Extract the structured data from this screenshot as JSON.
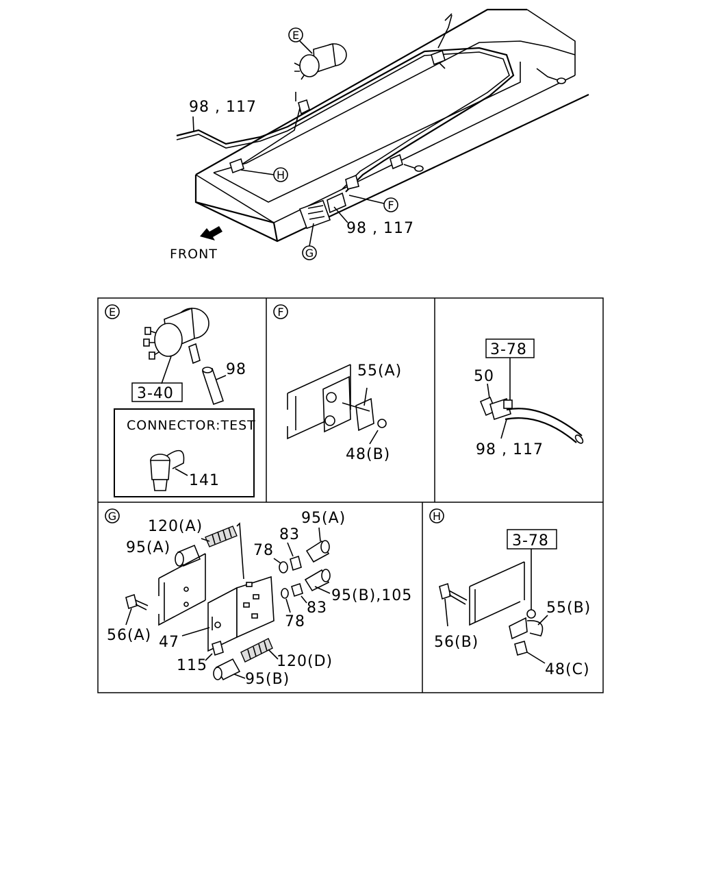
{
  "overview": {
    "callouts": [
      "E",
      "F",
      "G",
      "H"
    ],
    "labels": {
      "hose_top": "98 , 117",
      "hose_bottom": "98 , 117",
      "front": "FRONT"
    }
  },
  "panels": {
    "E": {
      "letter": "E",
      "ref_box": "3-40",
      "part_98": "98",
      "inset_title": "CONNECTOR:TEST",
      "part_141": "141"
    },
    "F": {
      "letter": "F",
      "part_55a": "55(A)",
      "part_48b": "48(B)"
    },
    "R": {
      "ref_box": "3-78",
      "part_50": "50",
      "part_98_117": "98 , 117"
    },
    "G": {
      "letter": "G",
      "part_120a": "120(A)",
      "part_95a_left": "95(A)",
      "part_95a_right": "95(A)",
      "part_78_top": "78",
      "part_83_top": "83",
      "part_95b_105": "95(B),105",
      "part_83_bottom": "83",
      "part_78_bottom": "78",
      "part_56a": "56(A)",
      "part_47": "47",
      "part_115": "115",
      "part_120d": "120(D)",
      "part_95b": "95(B)"
    },
    "H": {
      "letter": "H",
      "ref_box": "3-78",
      "part_55b": "55(B)",
      "part_56b": "56(B)",
      "part_48c": "48(C)"
    }
  }
}
